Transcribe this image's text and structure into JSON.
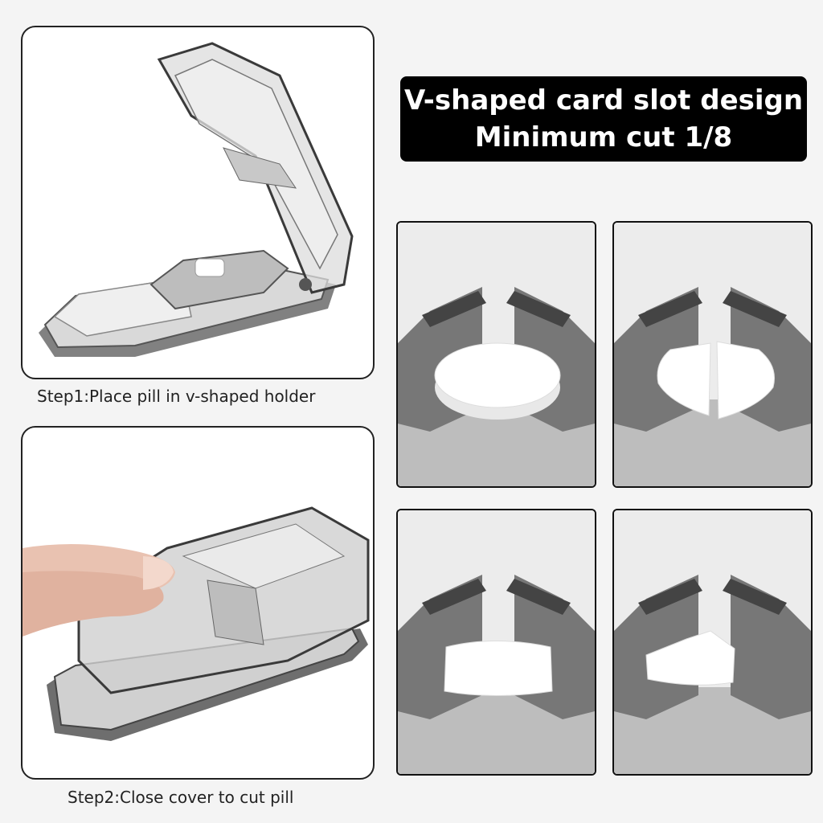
{
  "banner": {
    "line1": "V-shaped card slot design",
    "line2": "Minimum cut 1/8"
  },
  "steps": [
    {
      "caption": "Step1:Place pill in v-shaped holder"
    },
    {
      "caption": "Step2:Close cover to cut pill"
    }
  ],
  "photos": [
    {
      "pill_state": "whole"
    },
    {
      "pill_state": "half"
    },
    {
      "pill_state": "quarter"
    },
    {
      "pill_state": "eighth"
    }
  ],
  "colors": {
    "banner_bg": "#000000",
    "banner_text": "#ffffff",
    "panel_border": "#222222",
    "pill": "#ffffff"
  }
}
